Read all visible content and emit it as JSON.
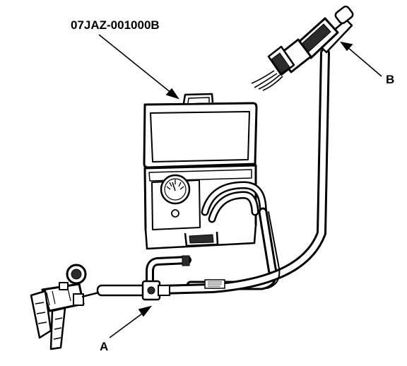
{
  "labels": {
    "part_number": "07JAZ-001000B",
    "callout_a": "A",
    "callout_b": "B"
  },
  "colors": {
    "ink": "#000000",
    "paper": "#ffffff",
    "shade": "#2b2b2b"
  }
}
